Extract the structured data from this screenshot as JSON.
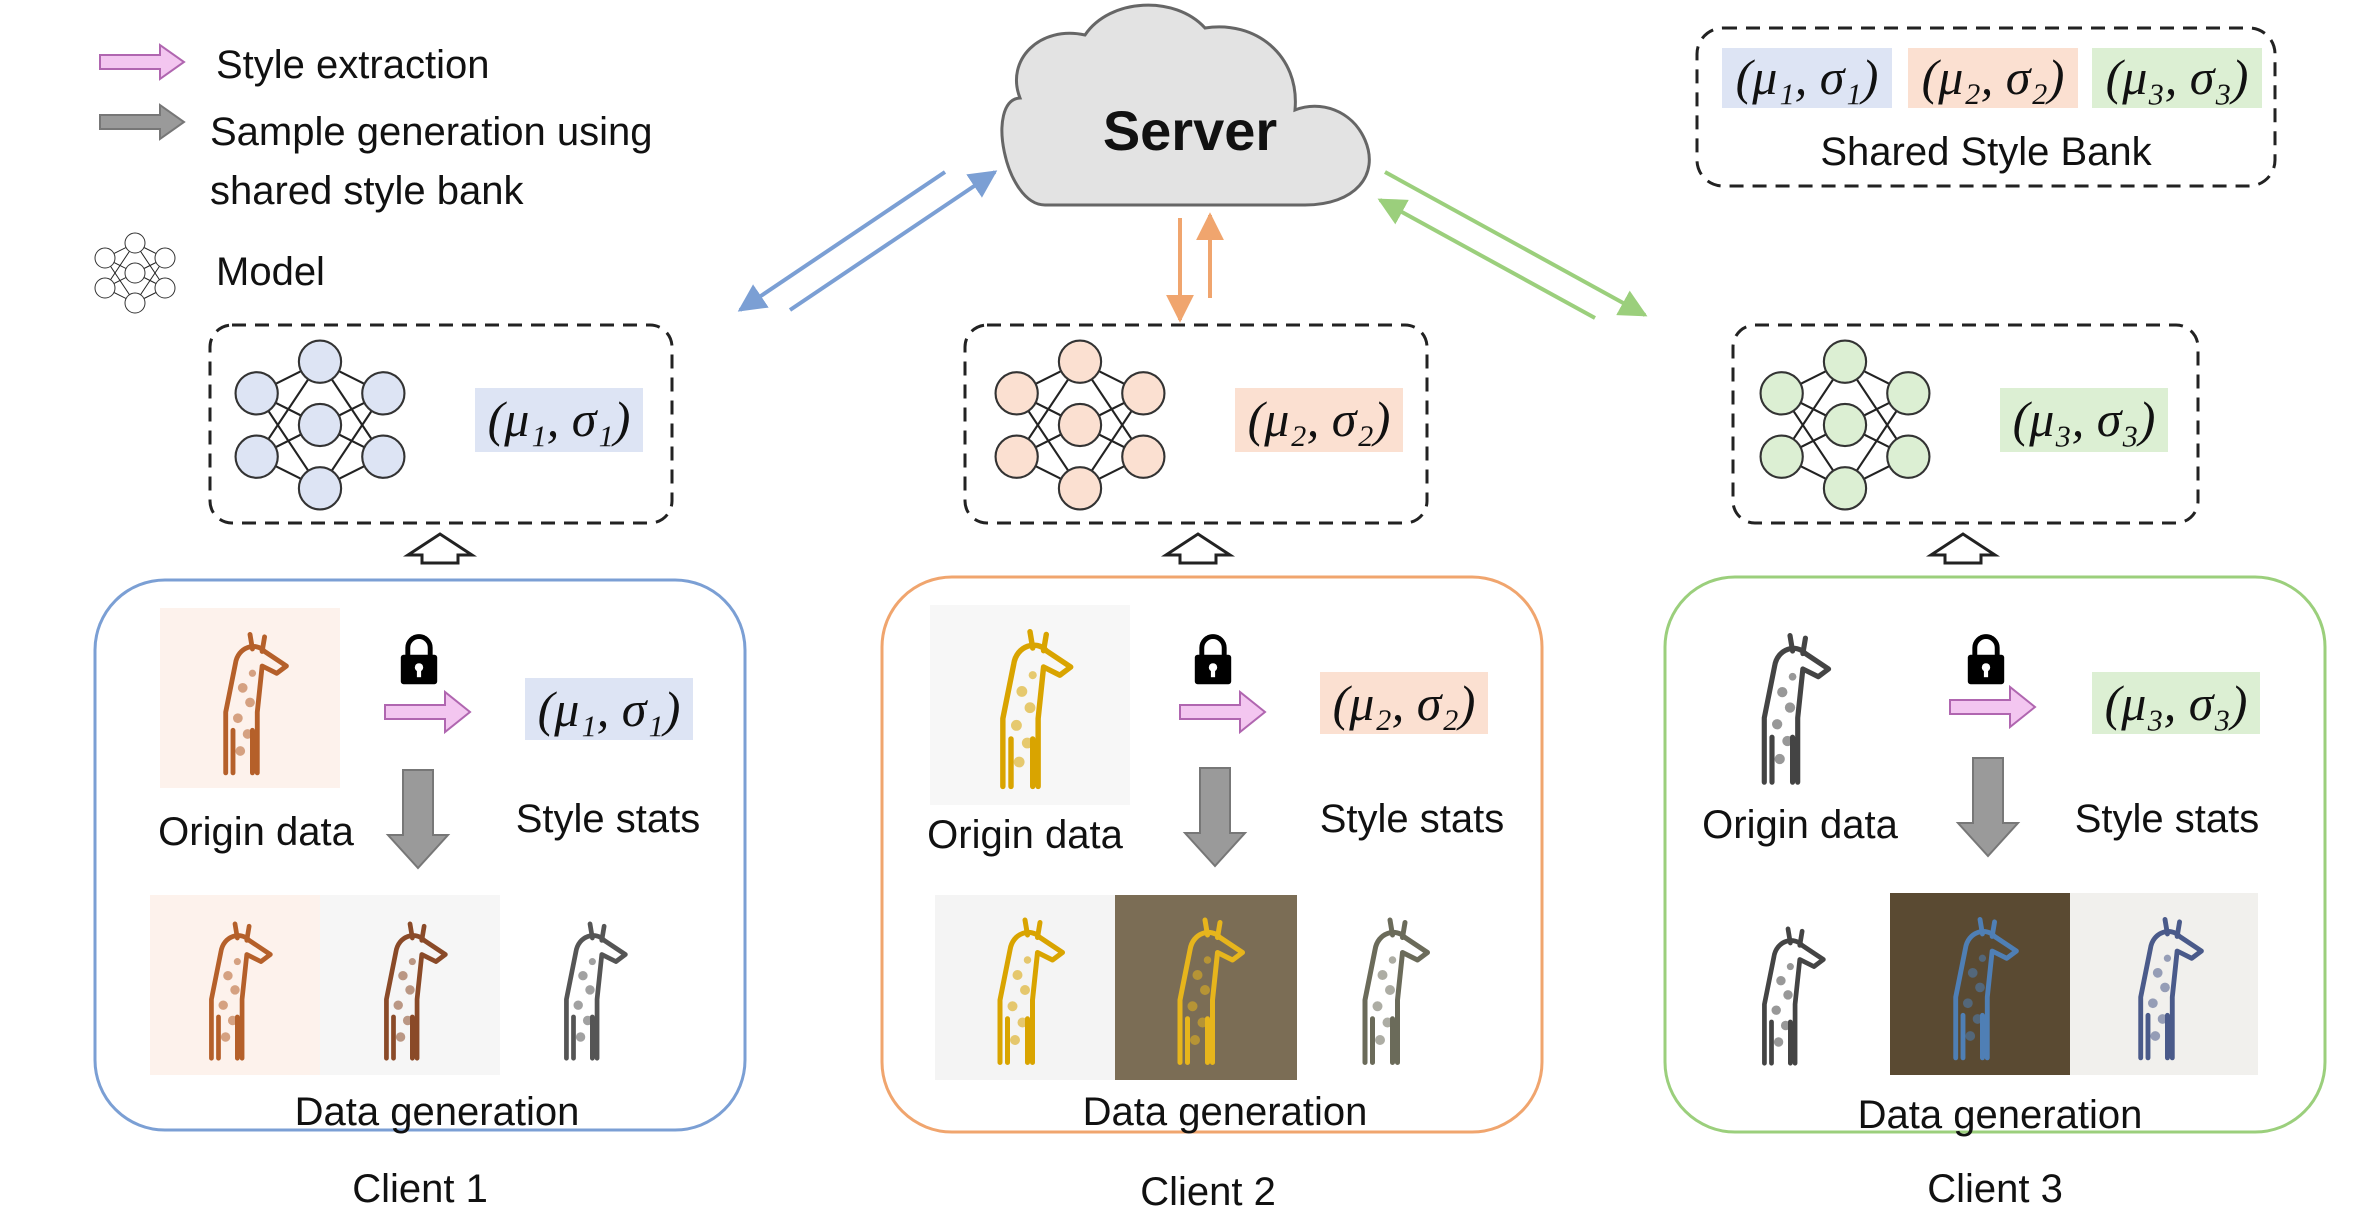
{
  "legend": {
    "style_extraction": "Style extraction",
    "sample_generation_line1": "Sample generation using",
    "sample_generation_line2": "shared style bank",
    "model": "Model"
  },
  "server": {
    "label": "Server"
  },
  "style_bank": {
    "label": "Shared Style Bank",
    "entries": [
      "(μ₁, σ₁)",
      "(μ₂, σ₂)",
      "(μ₃, σ₃)"
    ]
  },
  "clients": [
    {
      "name": "Client 1",
      "stats": "(μ₁, σ₁)",
      "origin_label": "Origin data",
      "style_label": "Style stats",
      "generation_label": "Data generation"
    },
    {
      "name": "Client 2",
      "stats": "(μ₂, σ₂)",
      "origin_label": "Origin data",
      "style_label": "Style stats",
      "generation_label": "Data generation"
    },
    {
      "name": "Client 3",
      "stats": "(μ₃, σ₃)",
      "origin_label": "Origin data",
      "style_label": "Style stats",
      "generation_label": "Data generation"
    }
  ],
  "colors": {
    "client1": "#7b9fd4",
    "client1_fill": "#dde4f4",
    "client2": "#f0a56e",
    "client2_fill": "#fbe0d1",
    "client3": "#9bcf7c",
    "client3_fill": "#dcefd3",
    "style_arrow": "#f3c6f0",
    "gen_arrow": "#9a9a9a"
  },
  "icons": [
    "style-extraction-arrow-icon",
    "generation-arrow-icon",
    "neural-network-icon",
    "lock-icon",
    "cloud-icon",
    "giraffe-icon"
  ]
}
